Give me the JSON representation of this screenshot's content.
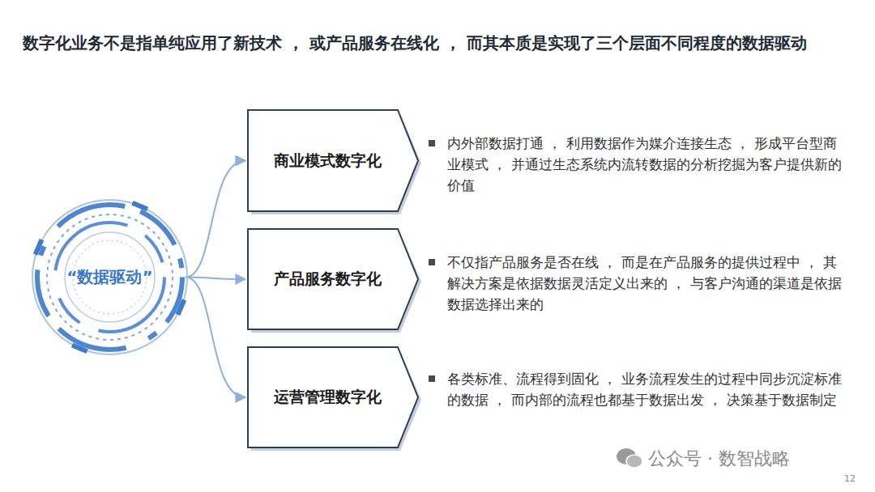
{
  "diagram": {
    "title": "数字化业务不是指单纯应用了新技术 ， 或产品服务在线化 ， 而其本质是实现了三个层面不同程度的数据驱动",
    "nodes": [
      {
        "text": [
          "“数据驱动”"
        ]
      },
      {
        "text": [
          "商业模式数字化"
        ]
      },
      {
        "text": [
          "产品服务数字化"
        ]
      },
      {
        "text": [
          "运营管理数字化"
        ]
      }
    ],
    "edges": [
      {
        "from": 0,
        "to": 1,
        "arrow": "to"
      },
      {
        "from": 0,
        "to": 2,
        "arrow": "to"
      },
      {
        "from": 0,
        "to": 3,
        "arrow": "to"
      }
    ],
    "labels": [
      "内外部数据打通 ， 利用数据作为媒介连接生态 ， 形成平台型商业模式 ， 并通过生态系统内流转数据的分析挖掘为客户提供新的价值",
      "不仅指产品服务是否在线 ， 而是在产品服务的提供过程中 ， 其解决方案是依据数据灵活定义出来的 ， 与客户沟通的渠道是依据数据选择出来的",
      "各类标准、流程得到固化 ， 业务流程发生的过程中同步沉淀标准的数据 ， 而内部的流程也都基于数据出发 ， 决策基于数据制定",
      "公众号 · 数智战略",
      "12"
    ]
  }
}
